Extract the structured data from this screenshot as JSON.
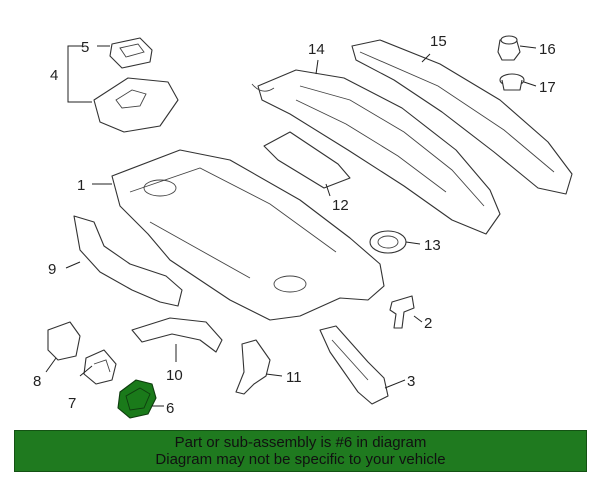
{
  "callouts": {
    "c1": "1",
    "c2": "2",
    "c3": "3",
    "c4": "4",
    "c5": "5",
    "c6": "6",
    "c7": "7",
    "c8": "8",
    "c9": "9",
    "c10": "10",
    "c11": "11",
    "c12": "12",
    "c13": "13",
    "c14": "14",
    "c15": "15",
    "c16": "16",
    "c17": "17"
  },
  "highlight_color": "#1a7a1a",
  "banner": {
    "line1": "Part or sub-assembly is #6 in diagram",
    "line2": "Diagram may not be specific to your vehicle",
    "background": "#1f7a1f"
  }
}
